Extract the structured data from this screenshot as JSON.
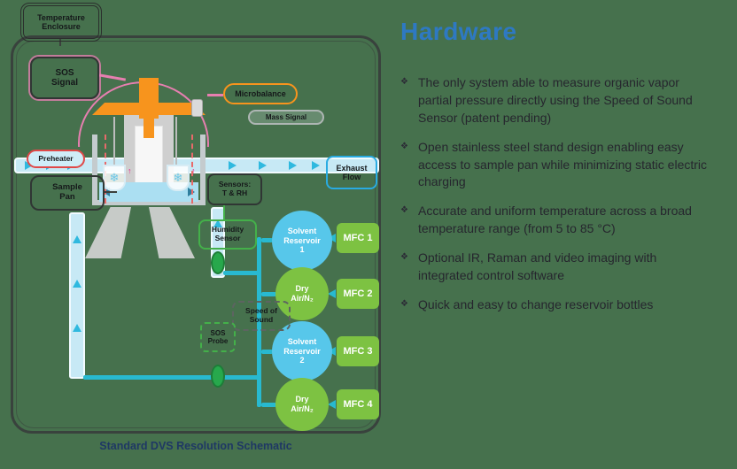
{
  "page": {
    "background_color": "#46714D",
    "caption": "Standard DVS Resolution Schematic"
  },
  "panel": {
    "title": "Hardware",
    "bullet_icon": "❖",
    "bullets": [
      "The only system able to measure organic vapor partial pressure directly using the Speed of Sound Sensor (patent pending)",
      "Open stainless steel stand design enabling easy access to sample pan while minimizing static electric charging",
      "Accurate and uniform temperature across a broad temperature range (from 5 to 85 °C)",
      "Optional IR, Raman and video imaging with integrated control software",
      "Quick and easy to change reservoir bottles"
    ]
  },
  "diagram": {
    "temperature_enclosure": {
      "line1": "Temperature",
      "line2": "Enclosure"
    },
    "sos_signal": {
      "line1": "SOS",
      "line2": "Signal"
    },
    "microbalance": "Microbalance",
    "mass_signal": "Mass Signal",
    "preheater": "Preheater",
    "sample_pan": {
      "line1": "Sample",
      "line2": "Pan"
    },
    "sensors": {
      "line1": "Sensors:",
      "line2": "T & RH"
    },
    "humidity_sensor": {
      "line1": "Humidity",
      "line2": "Sensor"
    },
    "exhaust_flow": {
      "line1": "Exhaust",
      "line2": "Flow"
    },
    "speed_of_sound": {
      "line1": "Speed of",
      "line2": "Sound"
    },
    "sos_probe": {
      "line1": "SOS",
      "line2": "Probe"
    },
    "reservoir_1": {
      "line1": "Solvent",
      "line2": "Reservoir",
      "line3": "1"
    },
    "dry_air_1": {
      "line1": "Dry",
      "line2": "Air/N₂"
    },
    "reservoir_2": {
      "line1": "Solvent",
      "line2": "Reservoir",
      "line3": "2"
    },
    "dry_air_2": {
      "line1": "Dry",
      "line2": "Air/N₂"
    },
    "mfc_1": "MFC 1",
    "mfc_2": "MFC 2",
    "mfc_3": "MFC 3",
    "mfc_4": "MFC 4",
    "icons": {
      "snowflake": "❄",
      "pan_arrow": "↑"
    },
    "colors": {
      "title_blue": "#2E79C2",
      "caption_navy": "#1F3864",
      "mfc_green": "#7DC242",
      "reservoir_blue": "#57C7EA",
      "pipe_fill": "#C7E9F5",
      "flow_cyan": "#2FB9DF",
      "tube_teal": "#28B9D0",
      "balance_orange": "#F7941D",
      "dome_pink": "#E77FB0",
      "valve_green": "#27A84C",
      "heater_red": "#E04848",
      "exhaust_blue": "#29ABE2",
      "sensor_green": "#44B04A"
    }
  }
}
